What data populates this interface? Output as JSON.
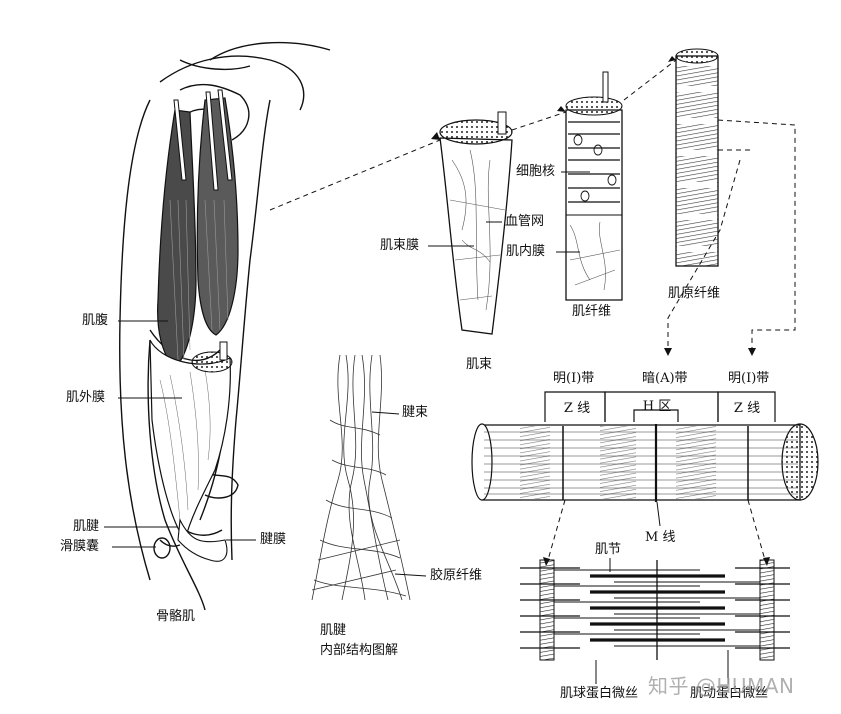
{
  "labels": {
    "belly": "肌腹",
    "epimysium": "肌外膜",
    "tendon": "肌腱",
    "bursa": "滑膜囊",
    "tendon_sheath": "腱膜",
    "tendon_bundle": "腱束",
    "collagen": "胶原纤维",
    "perimysium": "肌束膜",
    "nucleus": "细胞核",
    "vessel_net": "血管网",
    "endomysium": "肌内膜",
    "fascicle": "肌束",
    "fiber": "肌纤维",
    "myofibril": "肌原纤维",
    "i_band_left": "明(I)带",
    "a_band": "暗(A)带",
    "i_band_right": "明(I)带",
    "z_line_left": "Z 线",
    "h_zone": "H 区",
    "z_line_right": "Z 线",
    "m_line": "M 线",
    "sarcomere": "肌节",
    "myosin": "肌球蛋白微丝",
    "actin": "肌动蛋白微丝"
  },
  "captions": {
    "skeletal_muscle": "骨骼肌",
    "tendon_title_1": "肌腱",
    "tendon_title_2": "内部结构图解"
  },
  "watermark": "知乎 @HUMAN",
  "colors": {
    "ink": "#111111",
    "muscle_dark": "#555555",
    "paper": "#ffffff"
  }
}
